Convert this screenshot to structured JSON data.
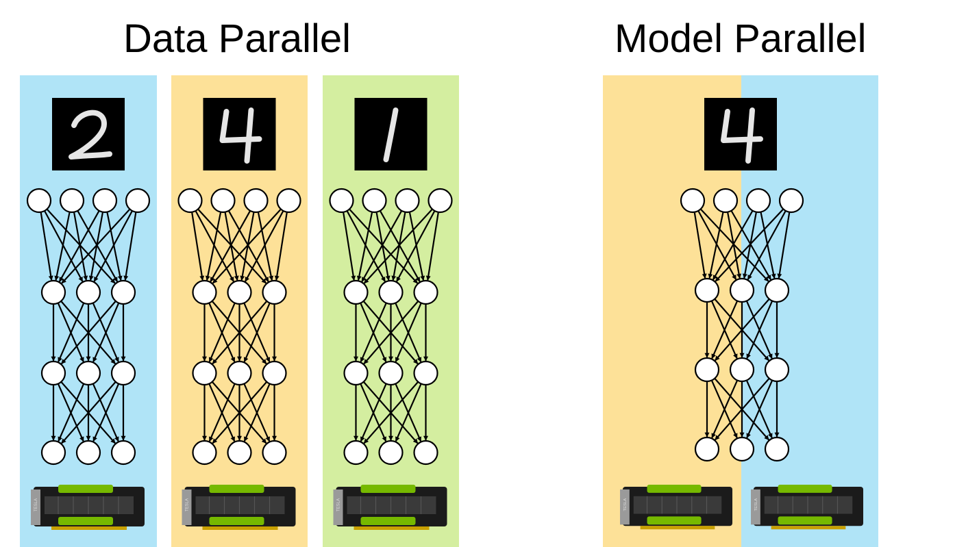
{
  "titles": {
    "data_parallel": "Data Parallel",
    "model_parallel": "Model Parallel"
  },
  "colors": {
    "blue": "#b0e4f7",
    "orange": "#fde198",
    "green": "#d4eea0",
    "gpu_green": "#76b900"
  },
  "data_parallel": {
    "workers": [
      {
        "digit": "2",
        "color": "blue"
      },
      {
        "digit": "4",
        "color": "orange"
      },
      {
        "digit": "1",
        "color": "green"
      }
    ]
  },
  "model_parallel": {
    "digit": "4",
    "split_colors": [
      "orange",
      "blue"
    ],
    "gpu_count": 2
  },
  "network": {
    "layers": [
      4,
      3,
      3,
      3
    ]
  },
  "gpu_label": "TESLA"
}
